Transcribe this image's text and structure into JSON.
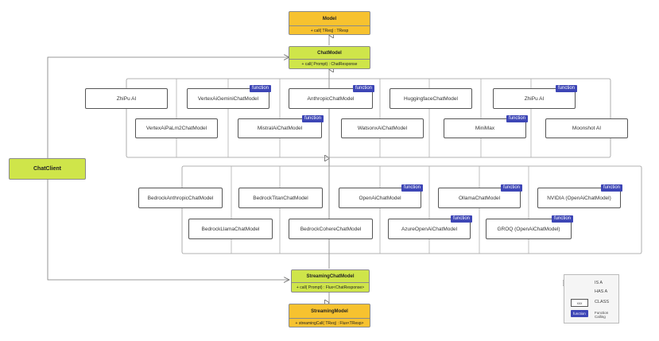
{
  "model": {
    "title": "Model",
    "op": "+ call( TReq) : TResp"
  },
  "chat_model": {
    "title": "ChatModel",
    "op": "+ call( Prompt) : ChatResponse"
  },
  "streaming_chat_model": {
    "title": "StreamingChatModel",
    "op": "+ call( Prompt) : Flux<ChatResponse>"
  },
  "streaming_model": {
    "title": "StreamingModel",
    "op": "+ streamingCall( TReq) : Flux<TResp>"
  },
  "chat_client": {
    "label": "ChatClient"
  },
  "function_tag": "function",
  "upper_row1": [
    {
      "label": "ZhiPu AI",
      "function": false
    },
    {
      "label": "VertexAiGeminiChatModel",
      "function": true
    },
    {
      "label": "AnthropicChatModel",
      "function": true
    },
    {
      "label": "HuggingfaceChatModel",
      "function": false
    },
    {
      "label": "ZhiPu AI",
      "function": true
    }
  ],
  "upper_row2": [
    {
      "label": "VertexAiPaLm2ChatModel",
      "function": false
    },
    {
      "label": "MistralAiChatModel",
      "function": true
    },
    {
      "label": "WatsonxAiChatModel",
      "function": false
    },
    {
      "label": "MiniMax",
      "function": true
    },
    {
      "label": "Moonshot AI",
      "function": false
    }
  ],
  "lower_row1": [
    {
      "label": "BedrockAnthropicChatModel",
      "function": false
    },
    {
      "label": "BedrockTitanChatModel",
      "function": false
    },
    {
      "label": "OpenAiChatModel",
      "function": true
    },
    {
      "label": "OllamaChatModel",
      "function": true
    },
    {
      "label": "NVIDIA (OpenAiChatModel)",
      "function": true
    }
  ],
  "lower_row2": [
    {
      "label": "BedrockLlamaChatModel",
      "function": false
    },
    {
      "label": "BedrockCohereChatModel",
      "function": false
    },
    {
      "label": "AzureOpenAiChatModel",
      "function": true
    },
    {
      "label": "GROQ (OpenAiChatModel)",
      "function": true
    }
  ],
  "legend": {
    "is_a": "IS A",
    "has_a": "HAS A",
    "class_box": "xxx",
    "class_label": "CLASS",
    "function_label": "Function Calling"
  }
}
